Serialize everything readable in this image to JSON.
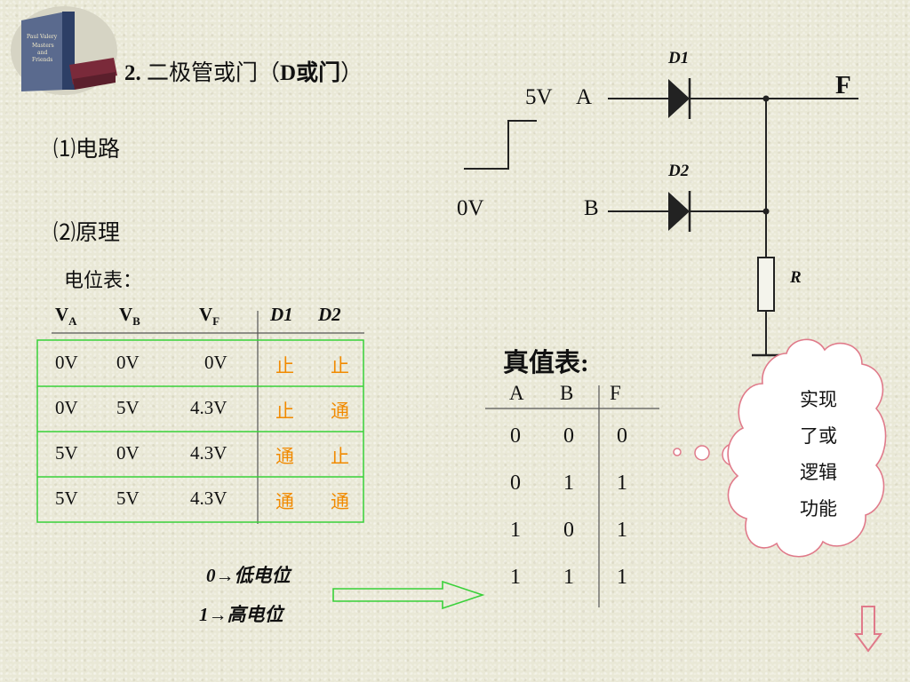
{
  "slide": {
    "title_num": "2.",
    "title_text": " 二极管或门（",
    "title_gate": "D或门",
    "title_end": "）",
    "sec1": "⑴电路",
    "sec2": "⑵原理",
    "potential_label": "电位表："
  },
  "potential_table": {
    "headers": {
      "va": "V",
      "va_sub": "A",
      "vb": "V",
      "vb_sub": "B",
      "vf": "V",
      "vf_sub": "F",
      "d1": "D1",
      "d2": "D2"
    },
    "rows": [
      {
        "va": "0V",
        "vb": "0V",
        "vf": "0V",
        "d1": "止",
        "d2": "止"
      },
      {
        "va": "0V",
        "vb": "5V",
        "vf": "4.3V",
        "d1": "止",
        "d2": "通"
      },
      {
        "va": "5V",
        "vb": "0V",
        "vf": "4.3V",
        "d1": "通",
        "d2": "止"
      },
      {
        "va": "5V",
        "vb": "5V",
        "vf": "4.3V",
        "d1": "通",
        "d2": "通"
      }
    ]
  },
  "truth_table": {
    "title": "真值表:",
    "headers": [
      "A",
      "B",
      "F"
    ],
    "rows": [
      [
        "0",
        "0",
        "0"
      ],
      [
        "0",
        "1",
        "1"
      ],
      [
        "1",
        "0",
        "1"
      ],
      [
        "1",
        "1",
        "1"
      ]
    ]
  },
  "notes": {
    "low": "0→低电位",
    "high": "1→高电位"
  },
  "circuit": {
    "label_5v": "5V",
    "label_a": "A",
    "label_0v": "0V",
    "label_b": "B",
    "label_d1": "D1",
    "label_d2": "D2",
    "label_f": "F",
    "label_r": "R"
  },
  "cloud": {
    "lines": [
      "实现",
      "了或",
      "逻辑",
      "功能"
    ]
  },
  "book_titles": [
    "Paul Valery",
    "Masters",
    "and",
    "Friends"
  ],
  "colors": {
    "state": "#f18a00",
    "table_border": "#39d139",
    "diode": "#222222",
    "cloud_border": "#e07a8a"
  },
  "icons": {
    "books": "books-icon",
    "arrow_right": "arrow-right-icon",
    "arrow_down": "arrow-down-icon"
  }
}
